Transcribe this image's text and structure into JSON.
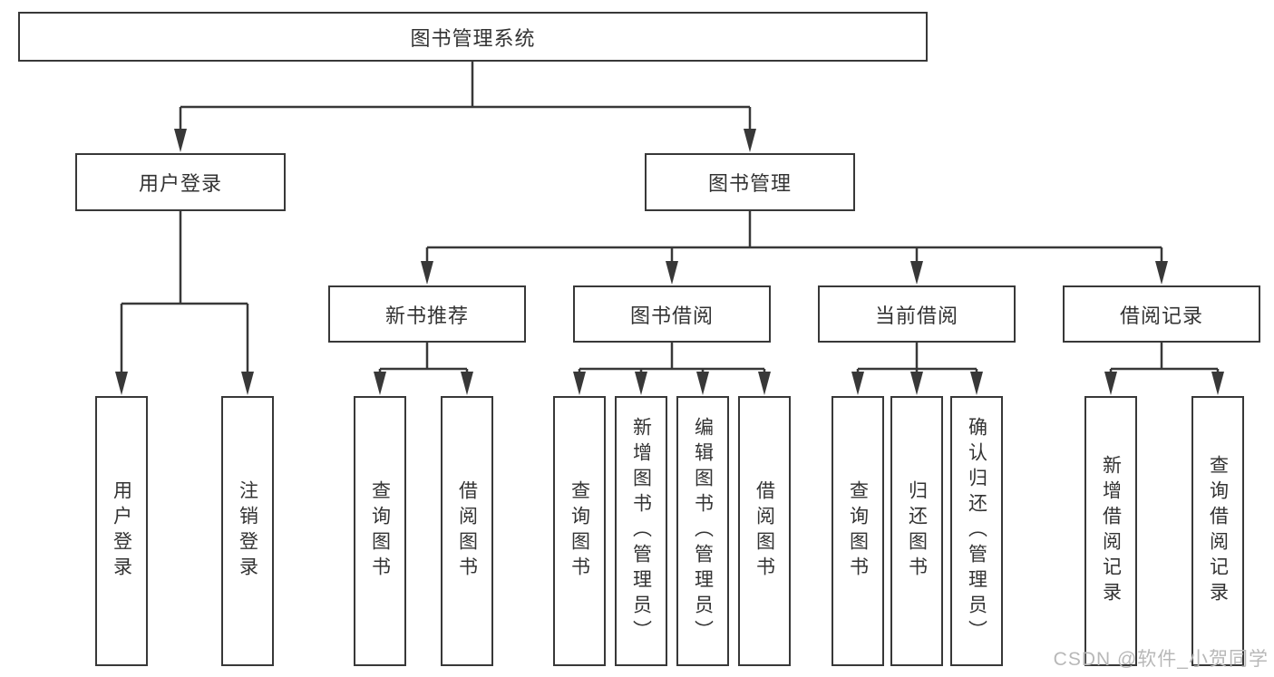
{
  "tree": {
    "root": {
      "label": "图书管理系统"
    },
    "branches": [
      {
        "label": "用户登录",
        "children": [
          {
            "label": "用户登录"
          },
          {
            "label": "注销登录"
          }
        ]
      },
      {
        "label": "图书管理",
        "groups": [
          {
            "label": "新书推荐",
            "children": [
              {
                "label": "查询图书"
              },
              {
                "label": "借阅图书"
              }
            ]
          },
          {
            "label": "图书借阅",
            "children": [
              {
                "label": "查询图书"
              },
              {
                "label": "新增图书（管理员）"
              },
              {
                "label": "编辑图书（管理员）"
              },
              {
                "label": "借阅图书"
              }
            ]
          },
          {
            "label": "当前借阅",
            "children": [
              {
                "label": "查询图书"
              },
              {
                "label": "归还图书"
              },
              {
                "label": "确认归还（管理员）"
              }
            ]
          },
          {
            "label": "借阅记录",
            "children": [
              {
                "label": "新增借阅记录"
              },
              {
                "label": "查询借阅记录"
              }
            ]
          }
        ]
      }
    ]
  },
  "watermark": {
    "text": "CSDN @软件_小贺同学"
  },
  "colors": {
    "line": "#383838",
    "text": "#333333",
    "watermark": "#b8b8b8",
    "bg": "#ffffff"
  }
}
